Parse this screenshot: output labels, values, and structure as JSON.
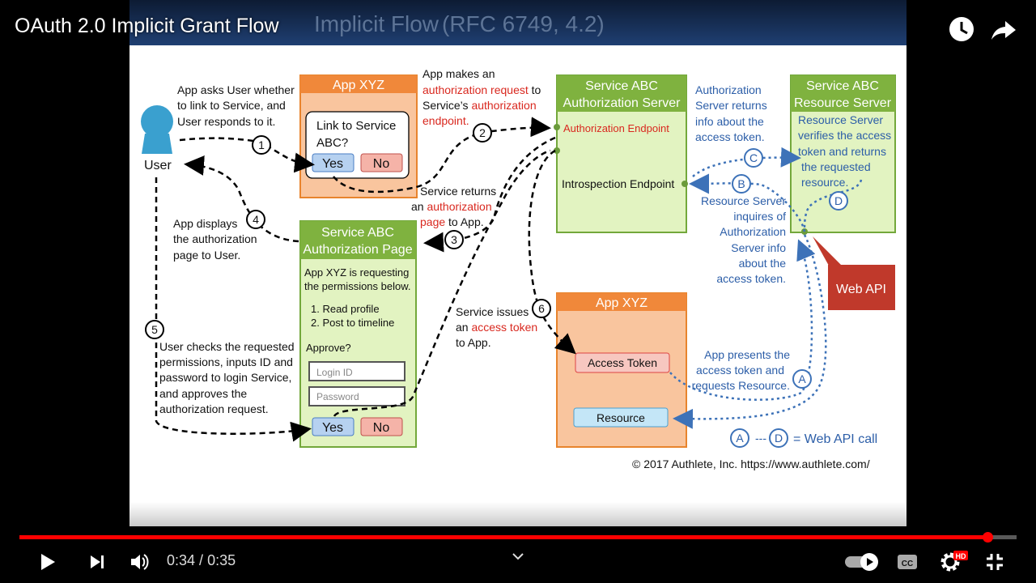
{
  "video": {
    "title": "OAuth 2.0 Implicit Grant Flow",
    "time_current": "0:34",
    "time_separator": " / ",
    "time_total": "0:35",
    "progress": 0.971,
    "hd_badge": "HD",
    "cc_label": "CC"
  },
  "slide": {
    "title": "Implicit Flow",
    "subtitle": "(RFC 6749, 4.2)",
    "user_label": "User",
    "app_box": {
      "title": "App XYZ",
      "prompt_line1": "Link to Service",
      "prompt_line2": "ABC?",
      "yes": "Yes",
      "no": "No"
    },
    "auth_server": {
      "title_line1": "Service ABC",
      "title_line2": "Authorization Server",
      "authz_endpoint": "Authorization Endpoint",
      "introspection_endpoint": "Introspection Endpoint"
    },
    "resource_server": {
      "title_line1": "Service ABC",
      "title_line2": "Resource Server",
      "desc": [
        "Resource Server",
        "verifies the access",
        "token and returns",
        "the requested",
        "resource."
      ]
    },
    "auth_page": {
      "title_line1": "Service ABC",
      "title_line2": "Authorization Page",
      "desc_line1": "App XYZ is requesting",
      "desc_line2": "the permissions below.",
      "perm1": "1. Read profile",
      "perm2": "2. Post to timeline",
      "approve": "Approve?",
      "login_id": "Login ID",
      "password": "Password",
      "yes": "Yes",
      "no": "No"
    },
    "app_box2": {
      "title": "App XYZ",
      "access_token": "Access Token",
      "resource": "Resource"
    },
    "web_api": "Web API",
    "steps": [
      "1",
      "2",
      "3",
      "4",
      "5",
      "6"
    ],
    "calls": [
      "A",
      "B",
      "C",
      "D"
    ],
    "legend": {
      "from": "A",
      "dash": "---",
      "to": "D",
      "text": "= Web API call"
    },
    "step1": [
      "App asks User whether",
      "to link to Service, and",
      "User responds to it."
    ],
    "step2": {
      "l1": "App makes an",
      "l2a": "authorization request",
      "l2b": " to",
      "l3a": "Service’s ",
      "l3b": "authorization",
      "l4": "endpoint."
    },
    "step3": {
      "l1": "Service returns",
      "l2a": "an ",
      "l2b": "authorization",
      "l3a": "page",
      "l3b": " to App."
    },
    "step4": [
      "App displays",
      "the authorization",
      "page to User."
    ],
    "step5": [
      "User checks the requested",
      "permissions, inputs ID and",
      "password to login Service,",
      "and approves the",
      "authorization request."
    ],
    "step6": {
      "l1": "Service issues",
      "l2a": "an ",
      "l2b": "access token",
      "l3": "to App."
    },
    "noteC": [
      "Authorization",
      "Server returns",
      "info about the",
      "access token."
    ],
    "noteB": [
      "Resource Server",
      "inquires of",
      "Authorization",
      "Server info",
      "about the",
      "access token."
    ],
    "noteA": [
      "App presents the",
      "access token and",
      "requests Resource."
    ],
    "copyright": "© 2017 Authlete, Inc.  https://www.authlete.com/"
  }
}
